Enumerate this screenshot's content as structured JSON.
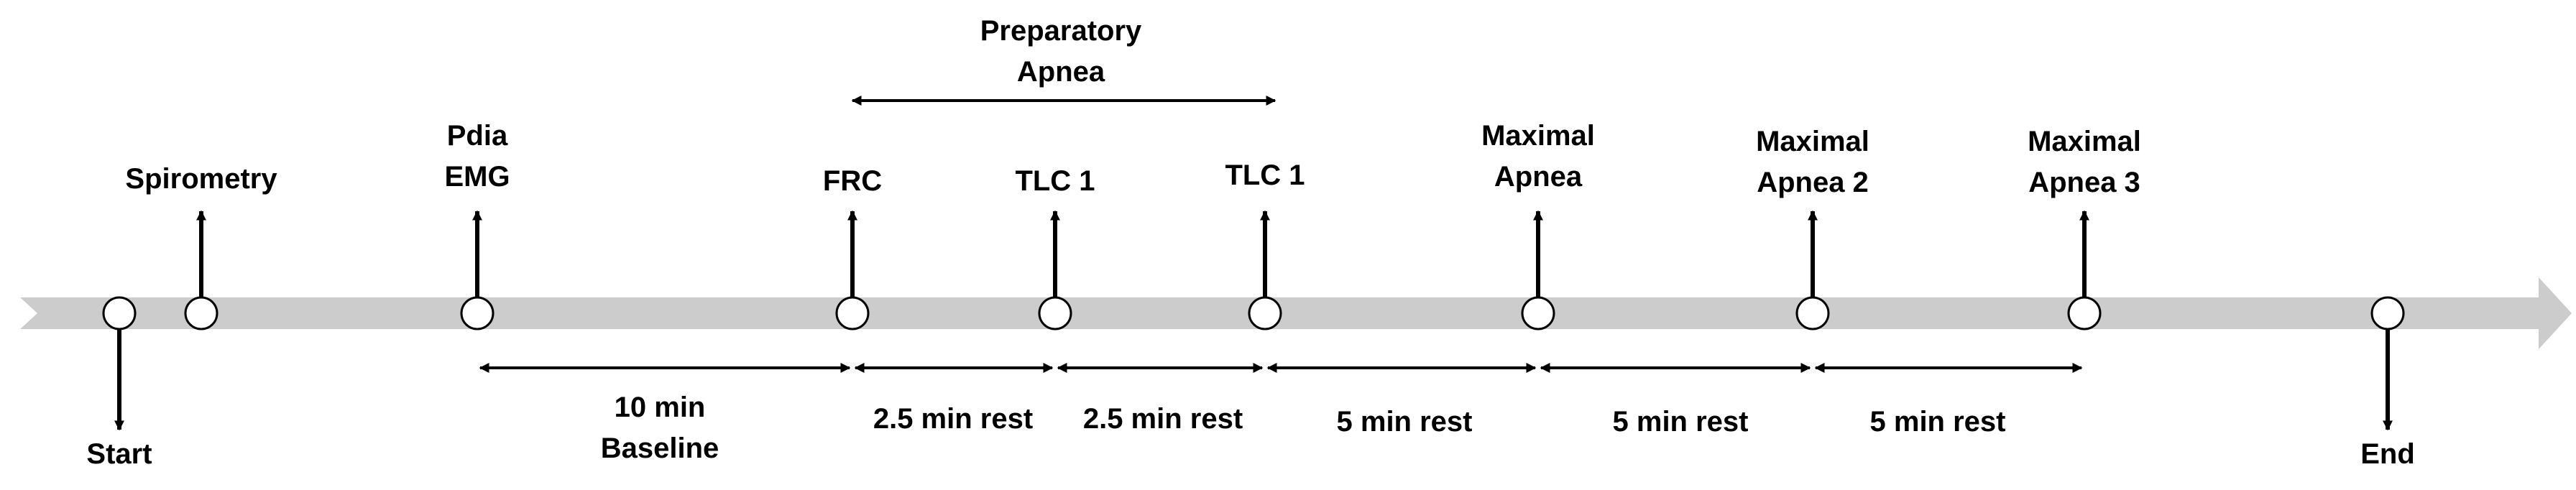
{
  "colors": {
    "band": "#cccccc",
    "ink": "#000000",
    "node_fill": "#ffffff"
  },
  "timeline": {
    "milestones": [
      {
        "id": "start",
        "label": "Start"
      },
      {
        "id": "spirometry",
        "label": "Spirometry"
      },
      {
        "id": "pdia-emg",
        "label": [
          "Pdia",
          "EMG"
        ]
      },
      {
        "id": "frc",
        "label": "FRC"
      },
      {
        "id": "tlc1-a",
        "label": "TLC 1"
      },
      {
        "id": "tlc1-b",
        "label": "TLC 1"
      },
      {
        "id": "maximal-apnea",
        "label": [
          "Maximal",
          "Apnea"
        ]
      },
      {
        "id": "maximal-apnea-2",
        "label": [
          "Maximal",
          "Apnea 2"
        ]
      },
      {
        "id": "maximal-apnea-3",
        "label": [
          "Maximal",
          "Apnea 3"
        ]
      },
      {
        "id": "end",
        "label": "End"
      }
    ],
    "preparatory": {
      "label": [
        "Preparatory",
        "Apnea"
      ]
    },
    "intervals": [
      {
        "id": "baseline",
        "label": [
          "10 min",
          "Baseline"
        ]
      },
      {
        "id": "rest-1",
        "label": [
          "2.5 min rest"
        ]
      },
      {
        "id": "rest-2",
        "label": [
          "2.5 min rest"
        ]
      },
      {
        "id": "rest-3",
        "label": [
          "5 min rest"
        ]
      },
      {
        "id": "rest-4",
        "label": [
          "5 min rest"
        ]
      },
      {
        "id": "rest-5",
        "label": [
          "5 min rest"
        ]
      }
    ]
  }
}
